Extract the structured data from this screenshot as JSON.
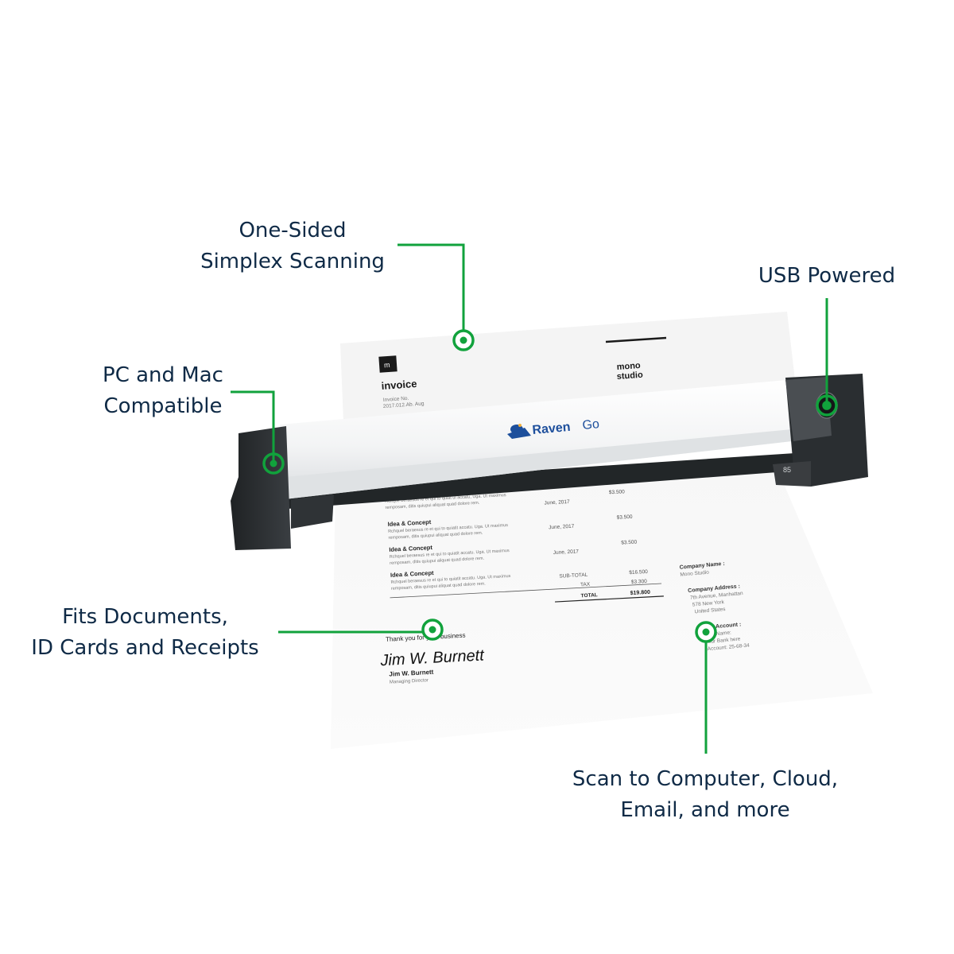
{
  "colors": {
    "accent_green": "#11a23c",
    "label_navy": "#0f2a46",
    "brand_blue": "#1d4f9c",
    "scanner_body": "#f6f7f8",
    "scanner_ends": "#2a2d30"
  },
  "callouts": {
    "simplex": {
      "line1": "One-Sided",
      "line2": "Simplex Scanning"
    },
    "usb": {
      "line1": "USB Powered"
    },
    "compat": {
      "line1": "PC and Mac",
      "line2": "Compatible"
    },
    "fits": {
      "line1": "Fits Documents,",
      "line2": "ID Cards and Receipts"
    },
    "scan_to": {
      "line1": "Scan to Computer, Cloud,",
      "line2": "Email, and more"
    }
  },
  "scanner": {
    "brand_name": "Raven",
    "brand_suffix": "Go",
    "logo_icon": "raven-bird-icon",
    "power_icon": "power-button-icon",
    "side_marking": "85"
  },
  "invoice": {
    "logo_mark": "m",
    "title": "invoice",
    "number_label": "Invoice No.",
    "number_value": "2017.012.Ab. Aug",
    "studio_line1": "mono",
    "studio_line2": "studio",
    "top_item_desc1": "Relique beraesus re et qui to quiat ul accatu, Uga. Ut maximus",
    "top_item_desc2": "remposam, ditis quiupui aliquat quad dolore rem.",
    "top_item_date": "June, 2017",
    "top_item_amount": "$3.500",
    "items": [
      {
        "title": "Idea & Concept",
        "desc1": "Rchquel beraesus re et qui to quiatit accatu. Uga. Ut maximus",
        "desc2": "remposam, ditis quiupui aliquat quad dolore rem.",
        "date": "June, 2017",
        "amount": "$3.500"
      },
      {
        "title": "Idea & Concept",
        "desc1": "Rchquel beraesus re et qui to quiatit accatu. Uga. Ut maximus",
        "desc2": "remposam, ditis quiupui aliquat quad dolore rem.",
        "date": "June, 2017",
        "amount": "$3.500"
      },
      {
        "title": "Idea & Concept",
        "desc1": "Rchquel beraesus re et qui to quiatit accatu. Uga. Ut maximus",
        "desc2": "remposam, ditis quiupui aliquat quad dolore rem."
      }
    ],
    "subtotal_label": "SUB-TOTAL",
    "subtotal_value": "$16.500",
    "tax_label": "TAX",
    "tax_value": "$3.300",
    "total_label": "TOTAL",
    "total_value": "$19.800",
    "company_name_label": "Company Name :",
    "company_name_value": "Mono Studio",
    "company_address_label": "Company Address :",
    "company_address_1": "7th Avenue, Manhattan",
    "company_address_2": "578 New York",
    "company_address_3": "United States",
    "bank_account_label": "Bank Account :",
    "bank_name": "Bank Name:",
    "bank_here": "Your Bank here",
    "bank_account_no": "Account: 25-68-34",
    "thanks": "Thank you for your business",
    "signature": "Jim W. Burnett",
    "signer_name": "Jim W. Burnett",
    "signer_title": "Managing Director"
  }
}
